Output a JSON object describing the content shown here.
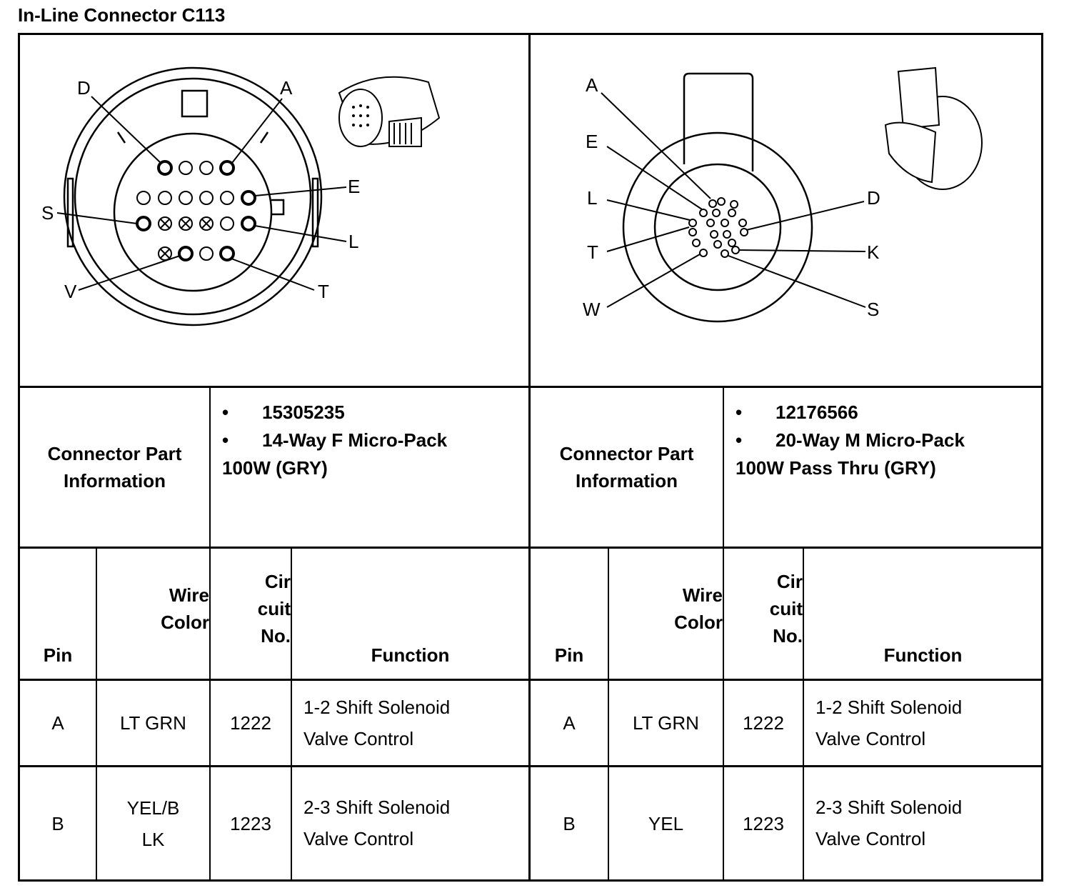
{
  "title": "In-Line Connector C113",
  "left_connector": {
    "diagram_labels": [
      "D",
      "A",
      "E",
      "S",
      "L",
      "V",
      "T"
    ],
    "part_info_label": [
      "Connector Part",
      "Information"
    ],
    "part_info": {
      "bullets": [
        "15305235",
        "14-Way F Micro-Pack"
      ],
      "extra": "100W (GRY)"
    },
    "headers": {
      "pin": "Pin",
      "wire_color": [
        "Wire",
        "Color"
      ],
      "circuit": [
        "Cir",
        "cuit",
        "No."
      ],
      "function": "Function"
    },
    "rows": [
      {
        "pin": "A",
        "wire_color": [
          "LT GRN"
        ],
        "circuit": "1222",
        "function": [
          "1-2 Shift Solenoid",
          "Valve Control"
        ]
      },
      {
        "pin": "B",
        "wire_color": [
          "YEL/B",
          "LK"
        ],
        "circuit": "1223",
        "function": [
          "2-3 Shift Solenoid",
          "Valve Control"
        ]
      }
    ]
  },
  "right_connector": {
    "diagram_labels": [
      "A",
      "E",
      "L",
      "T",
      "W",
      "D",
      "K",
      "S"
    ],
    "part_info_label": [
      "Connector Part",
      "Information"
    ],
    "part_info": {
      "bullets": [
        "12176566",
        "20-Way M Micro-Pack"
      ],
      "extra": "100W Pass Thru (GRY)"
    },
    "headers": {
      "pin": "Pin",
      "wire_color": [
        "Wire",
        "Color"
      ],
      "circuit": [
        "Cir",
        "cuit",
        "No."
      ],
      "function": "Function"
    },
    "rows": [
      {
        "pin": "A",
        "wire_color": [
          "LT GRN"
        ],
        "circuit": "1222",
        "function": [
          "1-2 Shift Solenoid",
          "Valve Control"
        ]
      },
      {
        "pin": "B",
        "wire_color": [
          "YEL"
        ],
        "circuit": "1223",
        "function": [
          "2-3 Shift Solenoid",
          "Valve Control"
        ]
      }
    ]
  }
}
